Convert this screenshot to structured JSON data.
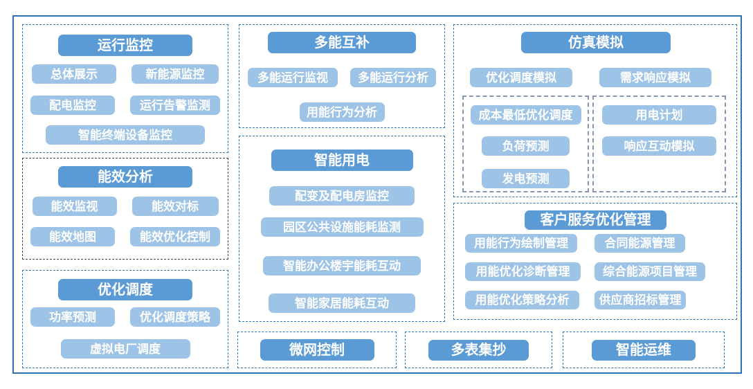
{
  "colors": {
    "header_bg": "#5B9BD5",
    "item_bg": "#9DC3E6",
    "text_color": "#FFFFFF",
    "outer_border": "#2E74B5",
    "group_border": "#2E75B6",
    "dark_border": "#404040",
    "subgroup_border": "#8496B0"
  },
  "groups": {
    "operation_monitoring": {
      "title": "运行监控",
      "items": [
        "总体展示",
        "新能源监控",
        "配电监控",
        "运行告警监测",
        "智能终端设备监控"
      ]
    },
    "energy_efficiency_analysis": {
      "title": "能效分析",
      "items": [
        "能效监视",
        "能效对标",
        "能效地图",
        "能效优化控制"
      ]
    },
    "optimal_dispatch": {
      "title": "优化调度",
      "items": [
        "功率预测",
        "优化调度策略",
        "虚拟电厂调度"
      ]
    },
    "multi_energy_complementarity": {
      "title": "多能互补",
      "items": [
        "多能运行监视",
        "多能运行分析",
        "用能行为分析"
      ]
    },
    "smart_power_use": {
      "title": "智能用电",
      "items": [
        "配变及配电房监控",
        "园区公共设施能耗监测",
        "智能办公楼宇能耗互动",
        "智能家居能耗互动"
      ]
    },
    "simulation": {
      "title": "仿真模拟",
      "items": [
        "优化调度模拟",
        "需求响应模拟"
      ],
      "subgroup_left_items": [
        "成本最低优化调度",
        "负荷预测",
        "发电预测"
      ],
      "subgroup_right_items": [
        "用电计划",
        "响应互动模拟"
      ]
    },
    "customer_service_optimization": {
      "title": "客户服务优化管理",
      "left_items": [
        "用能行为绘制管理",
        "用能优化诊断管理",
        "用能优化策略分析"
      ],
      "right_items": [
        "合同能源管理",
        "综合能源项目管理",
        "供应商招标管理"
      ]
    },
    "microgrid_control": {
      "title": "微网控制"
    },
    "multi_meter_reading": {
      "title": "多表集抄"
    },
    "smart_operation_maintenance": {
      "title": "智能运维"
    }
  }
}
